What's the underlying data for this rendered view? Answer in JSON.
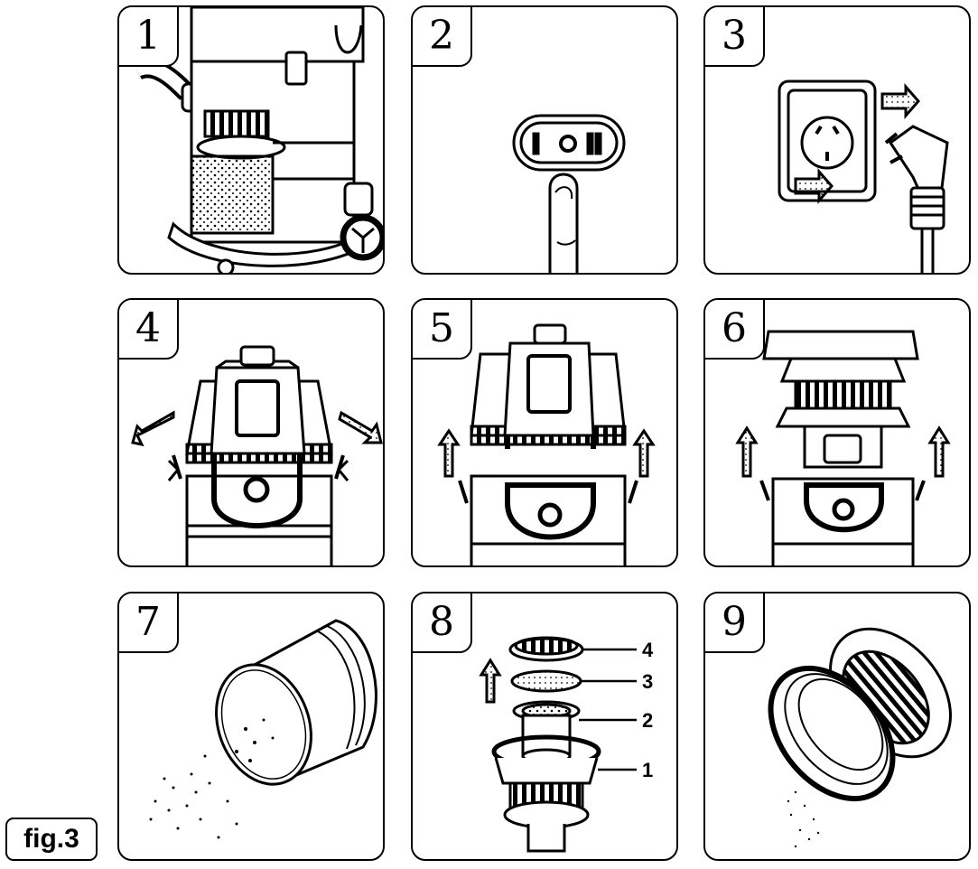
{
  "figure_label": "fig.3",
  "panels": [
    {
      "number": "1"
    },
    {
      "number": "2"
    },
    {
      "number": "3"
    },
    {
      "number": "4"
    },
    {
      "number": "5"
    },
    {
      "number": "6"
    },
    {
      "number": "7"
    },
    {
      "number": "8",
      "callouts": [
        "4",
        "3",
        "2",
        "1"
      ]
    },
    {
      "number": "9"
    }
  ]
}
